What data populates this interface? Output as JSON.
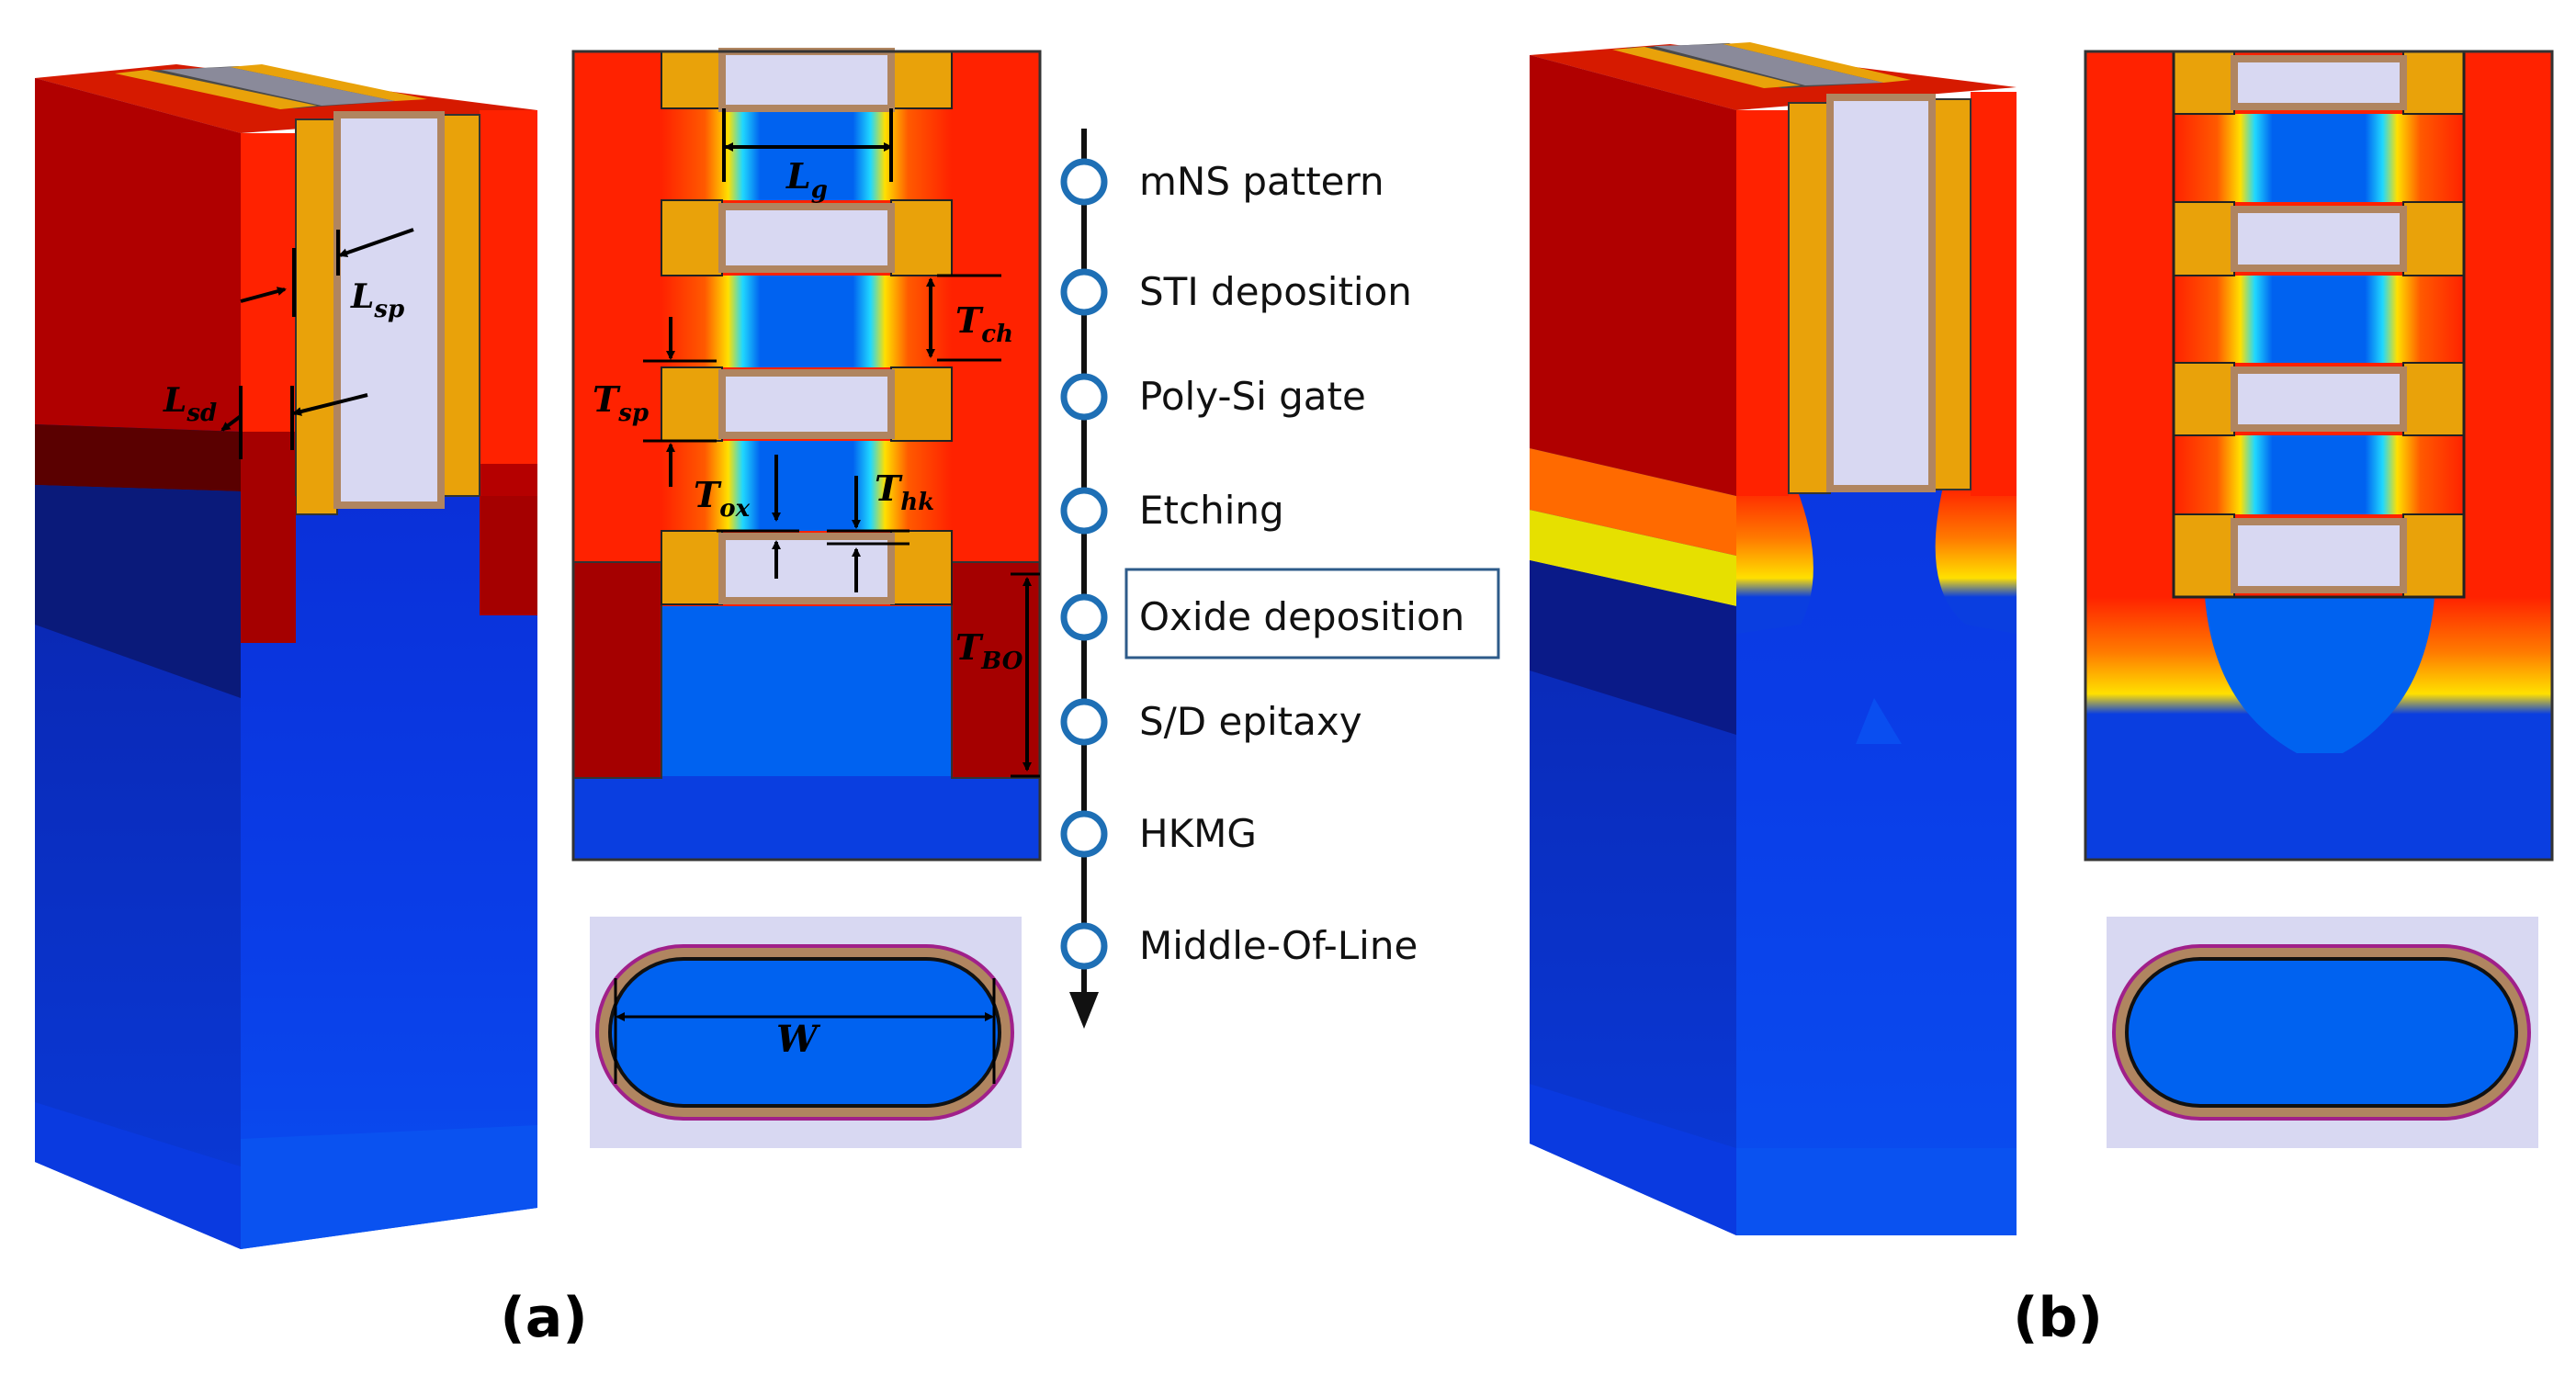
{
  "process_flow": {
    "steps": [
      "mNS pattern",
      "STI deposition",
      "Poly-Si gate",
      "Etching",
      "Oxide deposition",
      "S/D epitaxy",
      "HKMG",
      "Middle-Of-Line"
    ],
    "highlighted_step": "Oxide deposition"
  },
  "dimension_labels": {
    "L_sp": {
      "main": "L",
      "sub": "sp"
    },
    "L_sd": {
      "main": "L",
      "sub": "sd"
    },
    "L_g": {
      "main": "L",
      "sub": "g"
    },
    "T_ch": {
      "main": "T",
      "sub": "ch"
    },
    "T_sp": {
      "main": "T",
      "sub": "sp"
    },
    "T_ox": {
      "main": "T",
      "sub": "ox"
    },
    "T_hk": {
      "main": "T",
      "sub": "hk"
    },
    "T_BO": {
      "main": "T",
      "sub": "BO"
    },
    "W": "W"
  },
  "panels": {
    "a": "(a)",
    "b": "(b)"
  },
  "colors": {
    "red": "#ff2200",
    "dark_red": "#a50000",
    "darker_red": "#6a0000",
    "gold": "#e9a20a",
    "gate": "#d8d8f2",
    "gate_frame": "#b08560",
    "blue": "#0062f0",
    "blue_mid": "#0a3ee0",
    "blue_dark": "#0a1aa8",
    "black": "#111111",
    "flow_ring": "#1e6fb5",
    "highlight_box": "#2e5b8a"
  }
}
